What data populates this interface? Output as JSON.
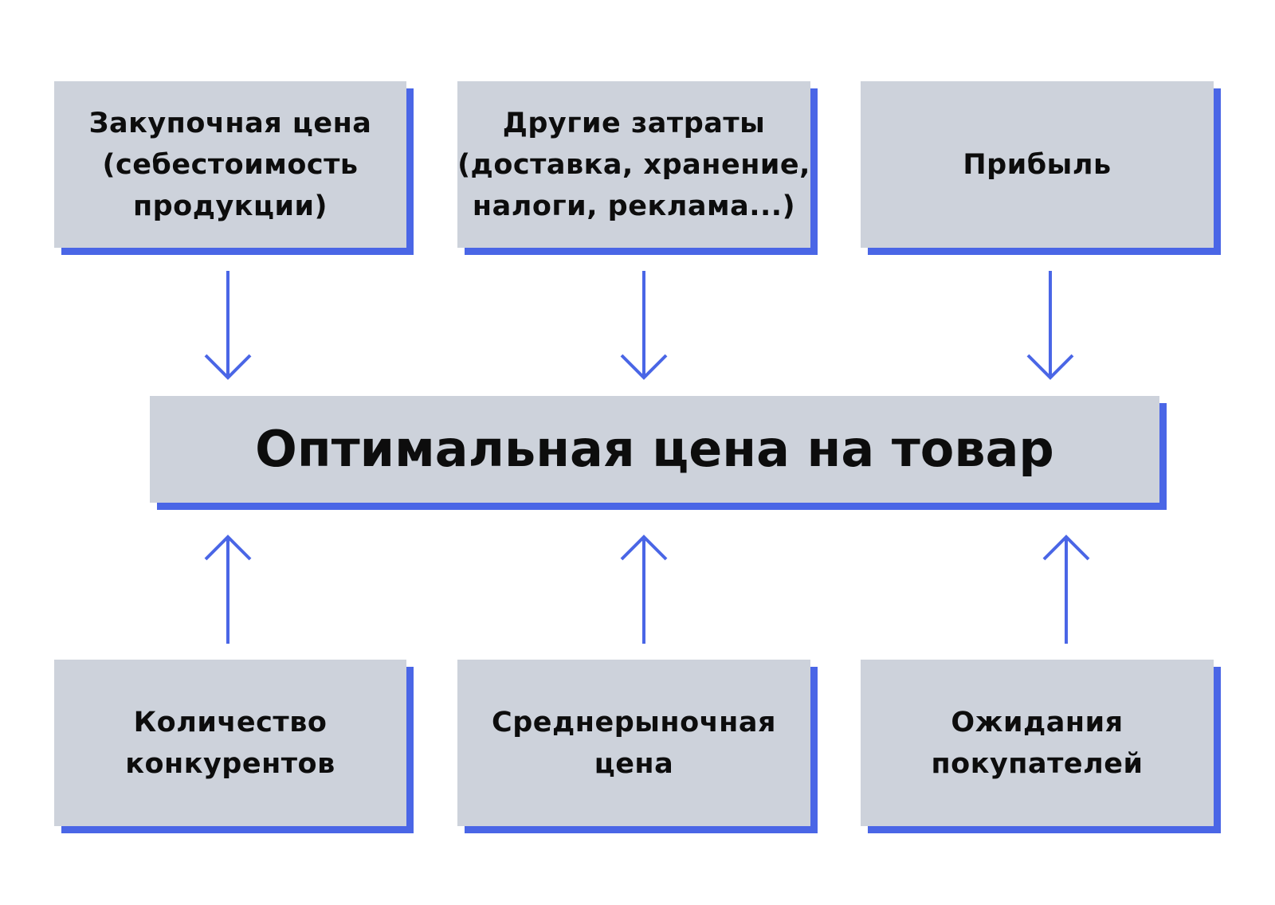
{
  "diagram": {
    "top_boxes": [
      {
        "label": "Закупочная цена\n(себестоимость\nпродукции)"
      },
      {
        "label": "Другие затраты\n(доставка, хранение,\nналоги, реклама...)"
      },
      {
        "label": "Прибыль"
      }
    ],
    "center_box": {
      "label": "Оптимальная цена на товар"
    },
    "bottom_boxes": [
      {
        "label": "Количество\nконкурентов"
      },
      {
        "label": "Среднерыночная\nцена"
      },
      {
        "label": "Ожидания\nпокупателей"
      }
    ],
    "colors": {
      "box_fill": "#cdd2db",
      "accent": "#4a66e6",
      "text": "#0d0d0d"
    }
  }
}
